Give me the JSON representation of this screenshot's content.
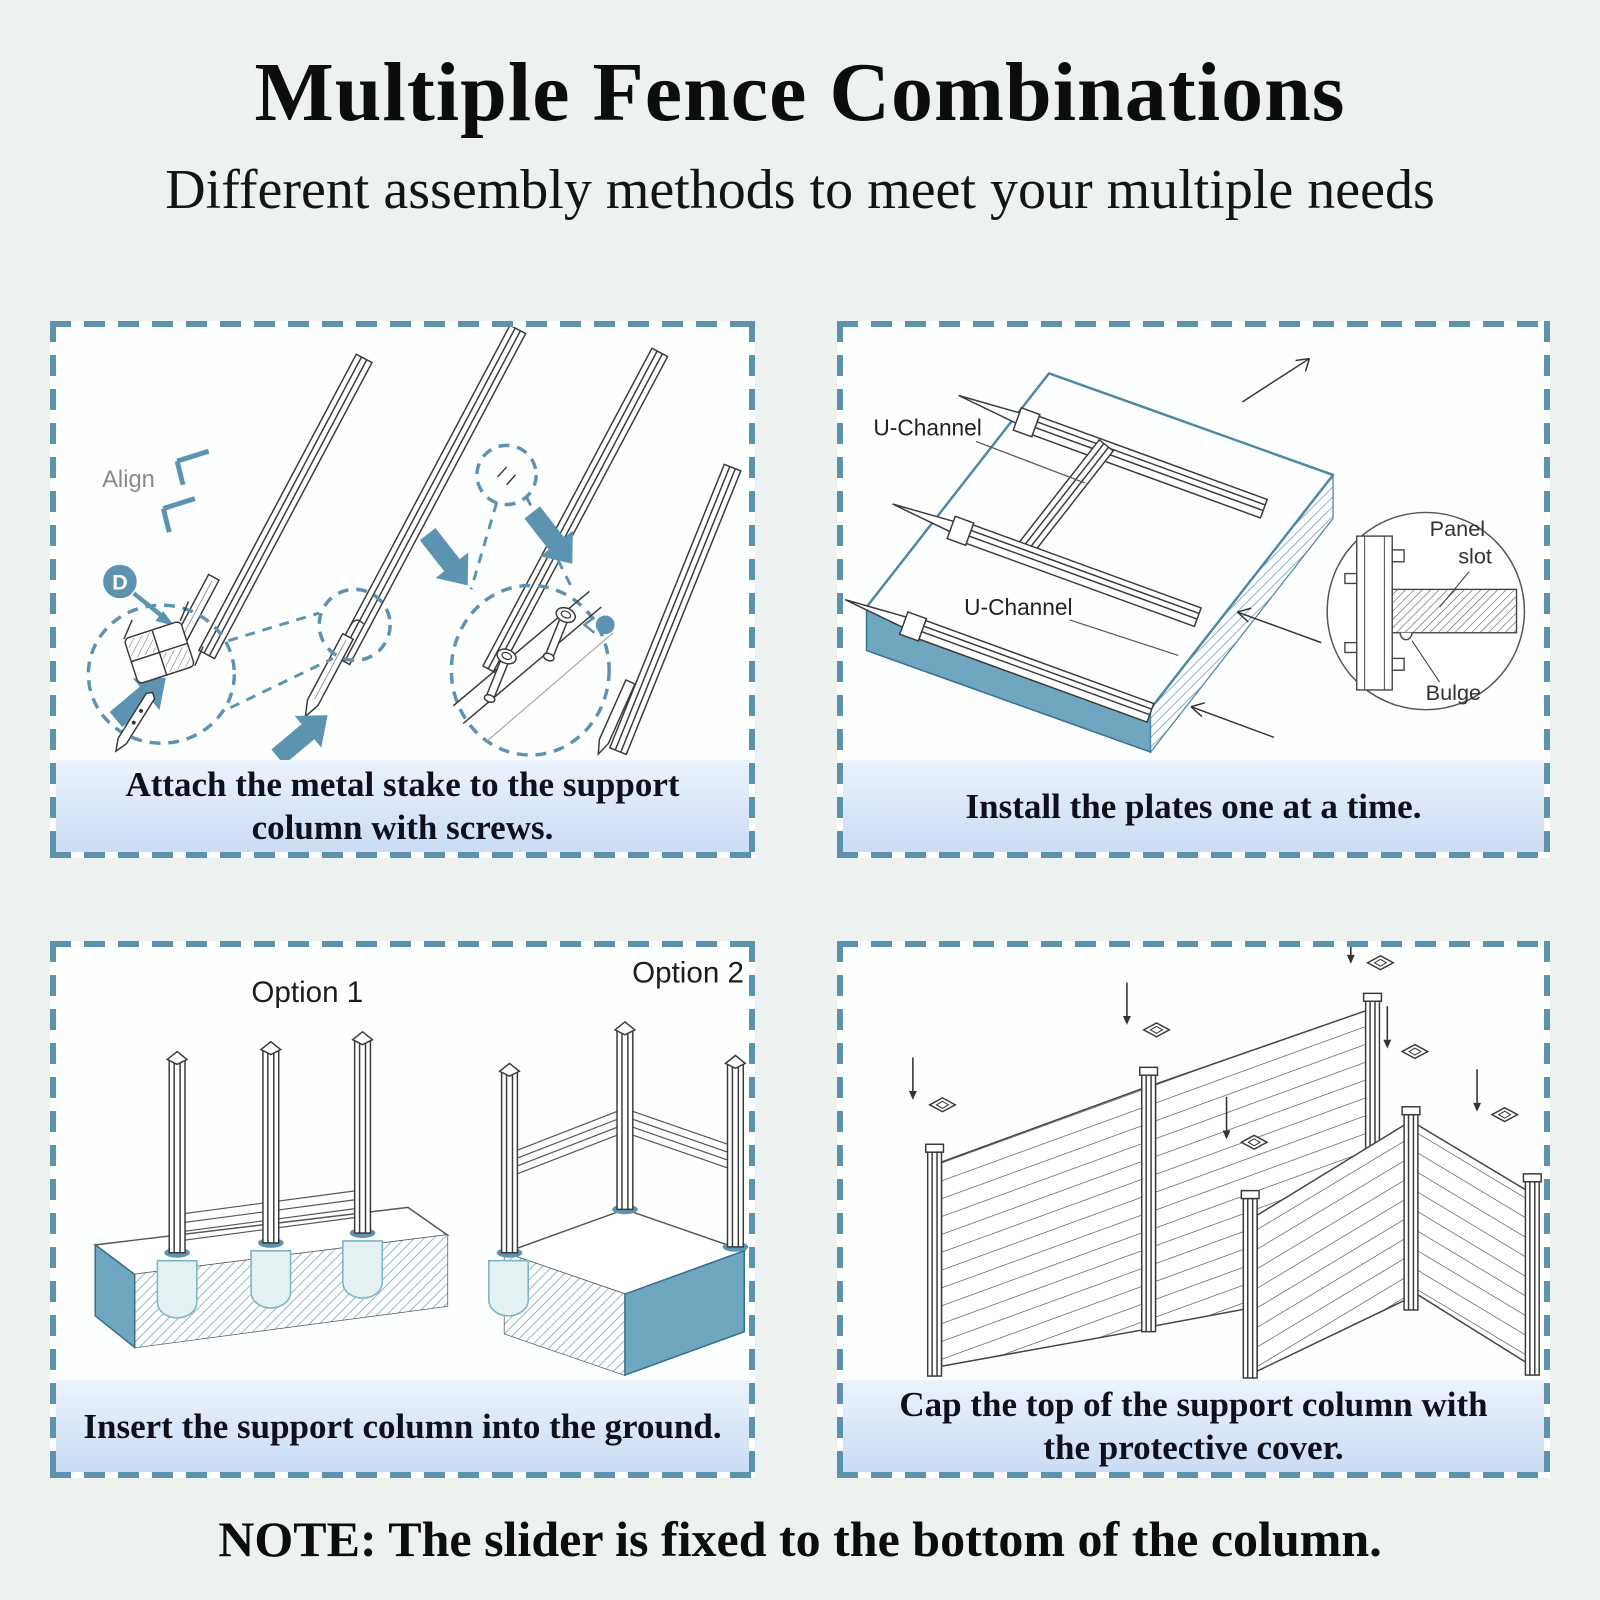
{
  "header": {
    "title": "Multiple Fence Combinations",
    "subtitle": "Different assembly methods to meet your multiple needs"
  },
  "panels": {
    "attach": {
      "caption_l1": "Attach the metal stake to the support",
      "caption_l2": "column with screws.",
      "labels": {
        "align": "Align",
        "d": "D"
      }
    },
    "install": {
      "caption": "Install the plates one at a time.",
      "labels": {
        "u_channel_1": "U-Channel",
        "u_channel_2": "U-Channel",
        "panel_slot_l1": "Panel",
        "panel_slot_l2": "slot",
        "bulge": "Bulge"
      }
    },
    "insert": {
      "caption": "Insert the support column into the ground.",
      "labels": {
        "option_1": "Option 1",
        "option_2": "Option 2"
      }
    },
    "cap": {
      "caption_l1": "Cap the top of the support column with",
      "caption_l2": "the protective cover."
    }
  },
  "note": "NOTE: The slider is fixed to the bottom of the column.",
  "colors": {
    "page_bg": "#EDF2F1",
    "panel_bg": "#FDFEFE",
    "border_dash": "#5D92AC",
    "accent_blue": "#5B93B0",
    "slab_blue": "#6FA7C1",
    "grout_fill": "#E4F1F3",
    "caption_grad_top": "#EBF3FC",
    "caption_grad_bottom": "#CBDCF4"
  }
}
